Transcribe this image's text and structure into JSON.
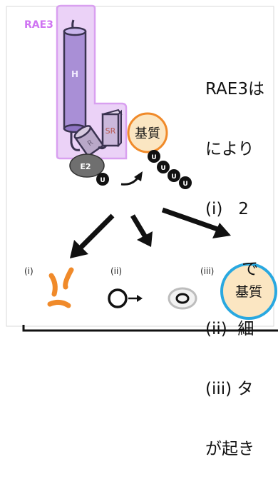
{
  "labels": {
    "rae3": "RAE3",
    "h_domain": "H",
    "r_domain": "R",
    "sr_domain": "SR",
    "substrate": "基質",
    "e2": "E2",
    "ubiquitin": "U"
  },
  "panel_text": {
    "lines": [
      "RAE3は",
      "により",
      "(i)   2",
      "       で",
      "(ii)  細",
      "(iii) タ",
      "が起き"
    ]
  },
  "outcomes": [
    {
      "label": "(i)"
    },
    {
      "label": "(ii)"
    },
    {
      "label": "(iii)"
    }
  ],
  "colors": {
    "rae3_highlight": "#d89bf0",
    "rae3_highlight_fill": "#ead0f7",
    "cylinder": "#a98fd6",
    "substrate_ring": "#f08a2a",
    "substrate_fill": "#fbe6c2",
    "e2": "#6f6f6f",
    "ubiquitin": "#111111",
    "fragment": "#f08a2a",
    "outcome_ring": "#29a8e0"
  }
}
